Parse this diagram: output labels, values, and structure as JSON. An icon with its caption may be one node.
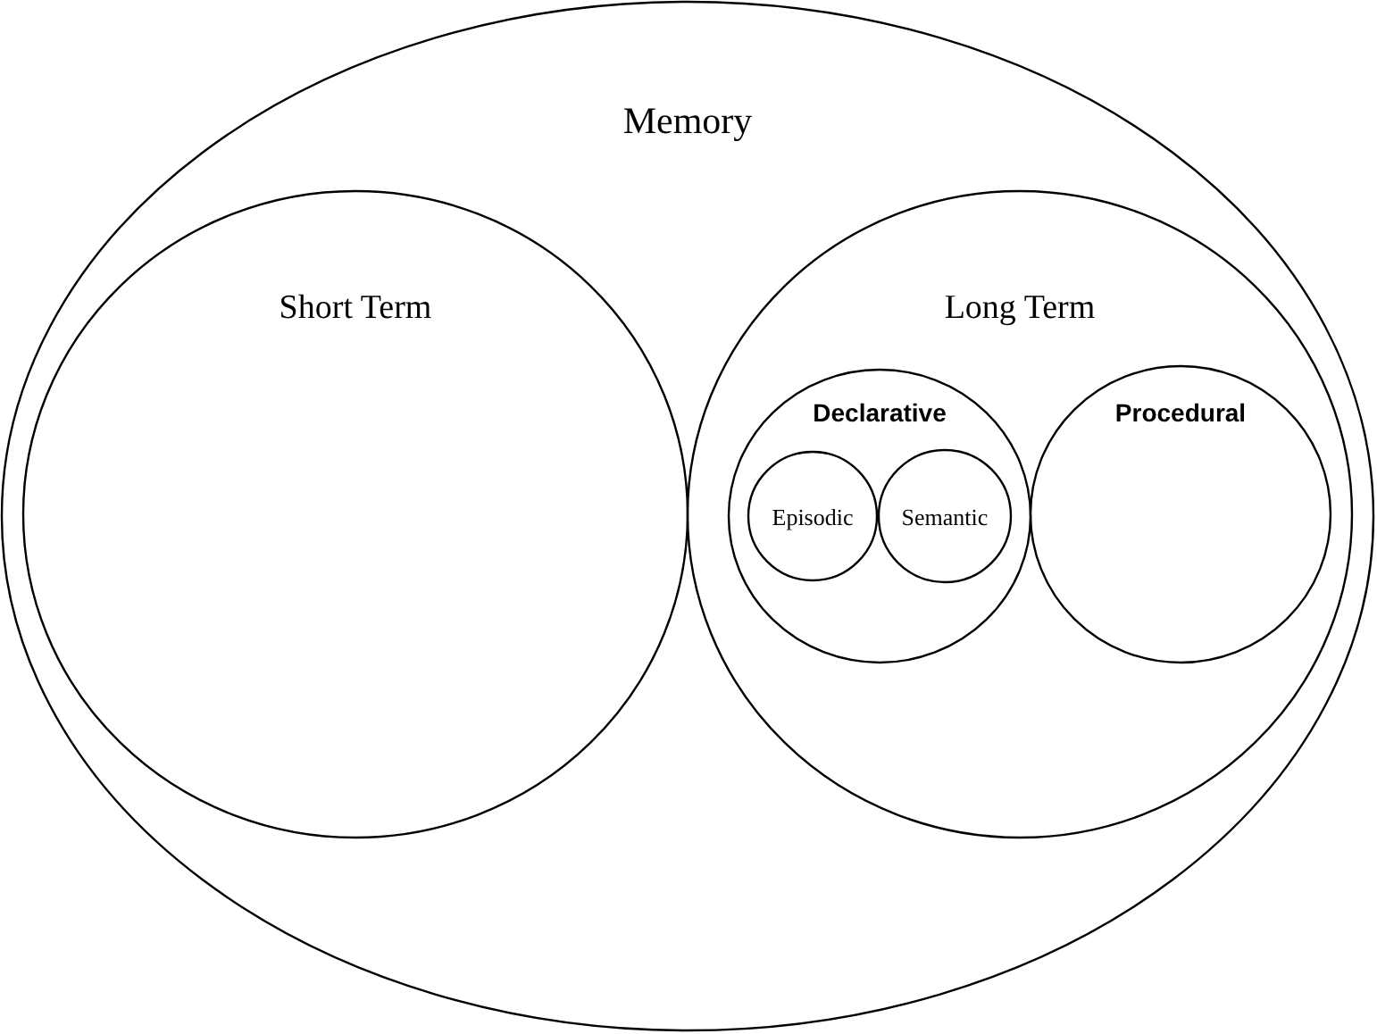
{
  "diagram": {
    "nodes": [
      {
        "text": [
          "Memory"
        ]
      },
      {
        "text": [
          "Short Term"
        ],
        "in": 0
      },
      {
        "text": [
          "Long Term"
        ],
        "in": 0
      },
      {
        "text": [
          "Declarative"
        ],
        "in": 2
      },
      {
        "text": [
          "Episodic"
        ],
        "in": 3
      },
      {
        "text": [
          "Semantic"
        ],
        "in": 3
      },
      {
        "text": [
          "Procedural"
        ],
        "in": 2
      }
    ]
  }
}
